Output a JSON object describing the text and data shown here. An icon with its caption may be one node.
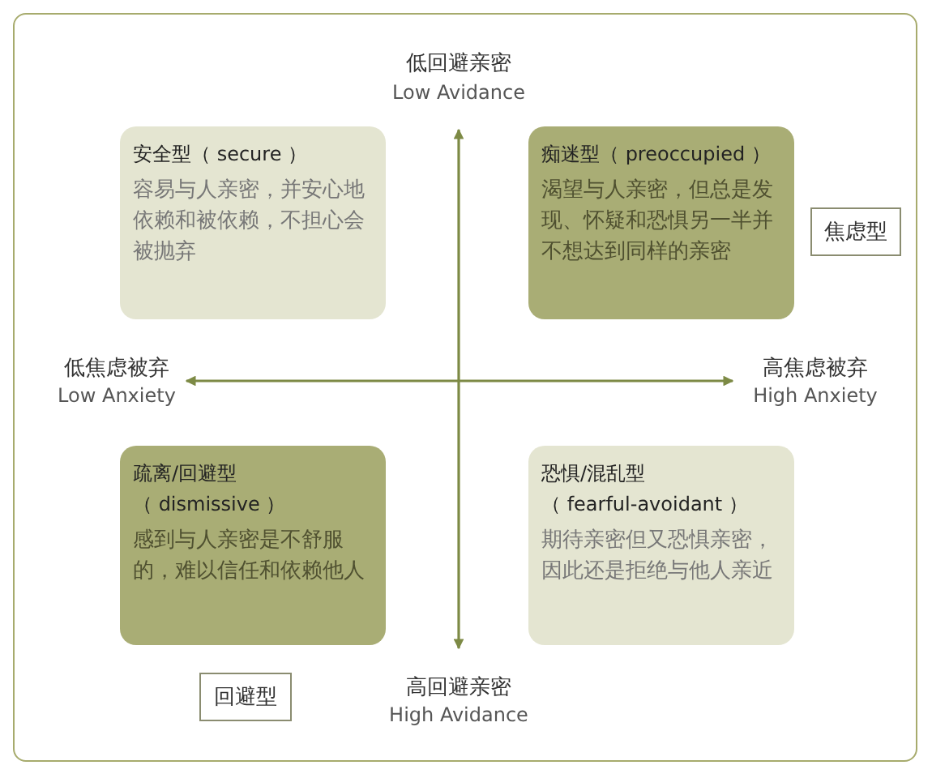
{
  "diagram": {
    "nodes": [
      {
        "text": [
          "安全型（ secure ）",
          "容易与人亲密，并安心地依赖和被依赖，不担心会被抛弃"
        ]
      },
      {
        "text": [
          "痴迷型（ preoccupied ）",
          "渴望与人亲密，但总是发现、怀疑和恐惧另一半并不想达到同样的亲密"
        ]
      },
      {
        "text": [
          "焦虑型"
        ]
      },
      {
        "text": [
          "疏离/回避型",
          "（ dismissive ）",
          "感到与人亲密是不舒服的，难以信任和依赖他人"
        ]
      },
      {
        "text": [
          "恐惧/混乱型",
          "（ fearful-avoidant ）",
          "期待亲密但又恐惧亲密，因此还是拒绝与他人亲近"
        ]
      },
      {
        "text": [
          "回避型"
        ]
      }
    ],
    "labels": [
      "低回避亲密",
      "Low Avidance",
      "低焦虑被弃",
      "Low Anxiety",
      "高焦虑被弃",
      "High Anxiety",
      "高回避亲密",
      "High Avidance"
    ]
  }
}
